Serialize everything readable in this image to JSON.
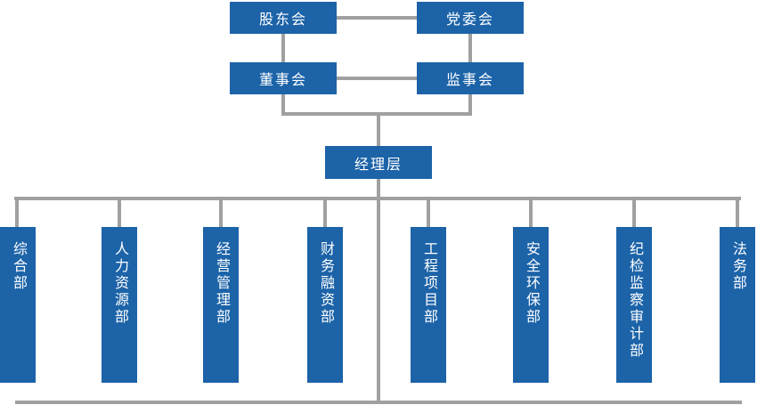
{
  "diagram": {
    "type": "org-chart",
    "governance": {
      "shareholders": {
        "label": "股东会"
      },
      "party_committee": {
        "label": "党委会"
      },
      "board_of_directors": {
        "label": "董事会"
      },
      "supervisory_board": {
        "label": "监事会"
      },
      "management": {
        "label": "经理层"
      }
    },
    "departments": [
      {
        "label": "综合部"
      },
      {
        "label": "人力资源部"
      },
      {
        "label": "经营管理部"
      },
      {
        "label": "财务融资部"
      },
      {
        "label": "工程项目部"
      },
      {
        "label": "安全环保部"
      },
      {
        "label": "纪检监察审计部"
      },
      {
        "label": "法务部"
      }
    ],
    "colors": {
      "box_fill": "#1c63a8",
      "box_text": "#ffffff",
      "connector": "#a0a0a0",
      "background": "#ffffff"
    }
  }
}
